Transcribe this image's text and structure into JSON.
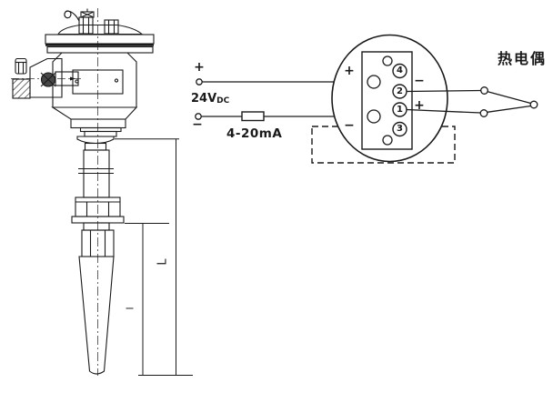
{
  "drawing": {
    "dimensions": {
      "overall_length_label": "L",
      "insertion_length_label": "l"
    }
  },
  "wiring": {
    "supply": {
      "plus": "+",
      "minus": "−",
      "voltage_main": "24V",
      "voltage_sub": "DC"
    },
    "loop_label": "4-20mA",
    "transmitter": {
      "left_plus": "+",
      "left_minus": "−",
      "right_minus": "−",
      "right_plus": "+",
      "terminals": [
        "4",
        "2",
        "1",
        "3"
      ]
    },
    "sensor_label": "热电偶"
  },
  "colors": {
    "ink": "#1a1a1a",
    "background": "#ffffff"
  }
}
